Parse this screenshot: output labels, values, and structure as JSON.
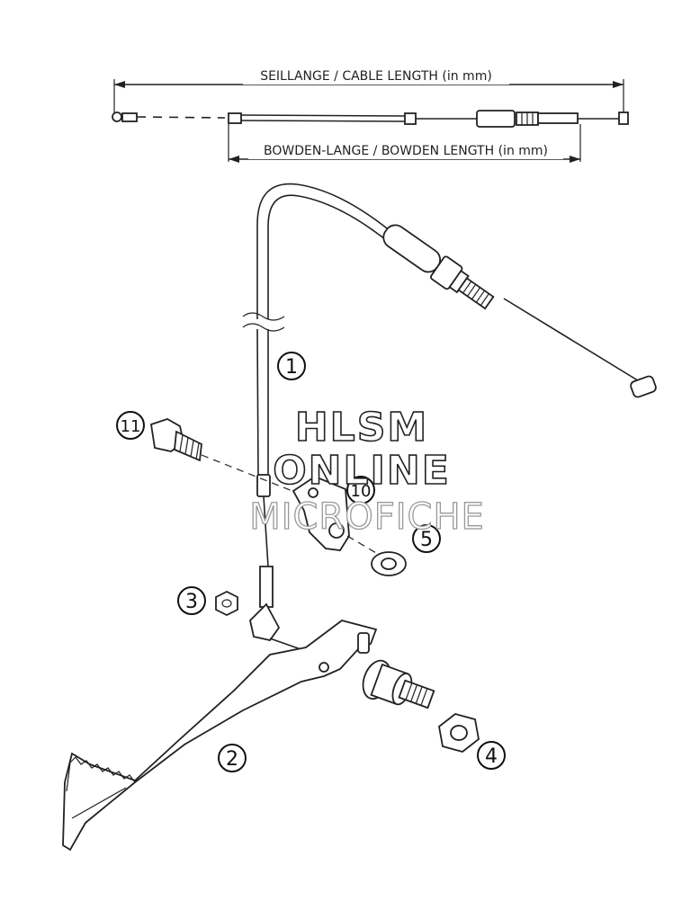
{
  "dimensions": {
    "cable_length_label": "SEILLANGE / CABLE LENGTH (in mm)",
    "bowden_length_label": "BOWDEN-LANGE / BOWDEN LENGTH (in mm)"
  },
  "callouts": [
    {
      "id": "1",
      "label": "1"
    },
    {
      "id": "2",
      "label": "2"
    },
    {
      "id": "3",
      "label": "3"
    },
    {
      "id": "4",
      "label": "4"
    },
    {
      "id": "5",
      "label": "5"
    },
    {
      "id": "10",
      "label": "10"
    },
    {
      "id": "11",
      "label": "11"
    }
  ],
  "watermark": {
    "line1": "HLSM",
    "line2": "ONLINE",
    "line3": "MICROFICHE"
  }
}
